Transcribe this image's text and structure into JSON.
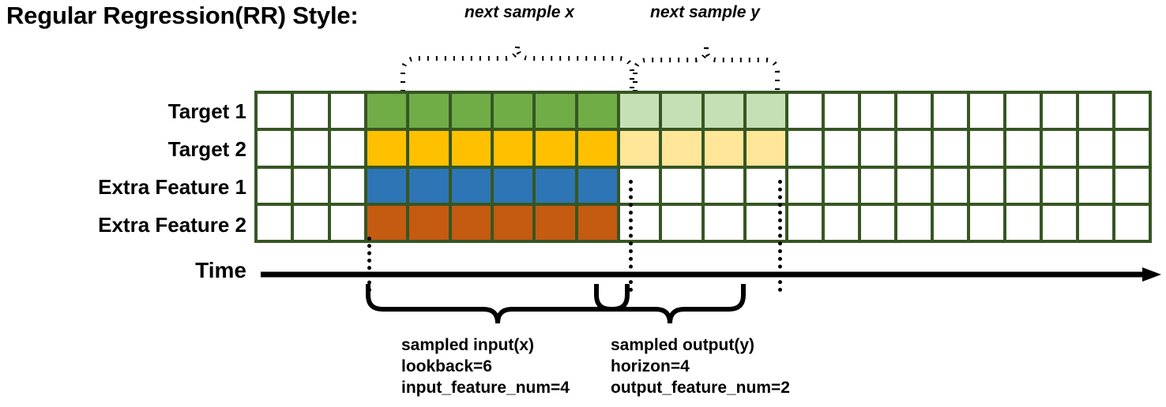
{
  "title": "Regular Regression(RR) Style:",
  "rows": [
    {
      "label": "Target 1",
      "color": "#70AD47",
      "faded_color": "#C5E0B4",
      "has_output": true
    },
    {
      "label": "Target 2",
      "color": "#FFC000",
      "faded_color": "#FFE699",
      "has_output": true
    },
    {
      "label": "Extra Feature 1",
      "color": "#2E75B6",
      "faded_color": "#FFFFFF",
      "has_output": false
    },
    {
      "label": "Extra Feature 2",
      "color": "#C55A11",
      "faded_color": "#FFFFFF",
      "has_output": false
    }
  ],
  "grid": {
    "total_columns": 23,
    "leading_blank_columns": 3,
    "input_columns": 6,
    "output_columns": 4,
    "trailing_blank_columns": 10,
    "border_color": "#375623",
    "empty_cell_color": "#FFFFFF"
  },
  "time_axis": {
    "label": "Time"
  },
  "top_annotations": [
    {
      "text": "next sample x"
    },
    {
      "text": "next sample y"
    }
  ],
  "bottom_annotations": [
    {
      "line1": "sampled input(x)",
      "line2": "lookback=6",
      "line3": "input_feature_num=4"
    },
    {
      "line1": "sampled output(y)",
      "line2": "horizon=4",
      "line3": "output_feature_num=2"
    }
  ]
}
